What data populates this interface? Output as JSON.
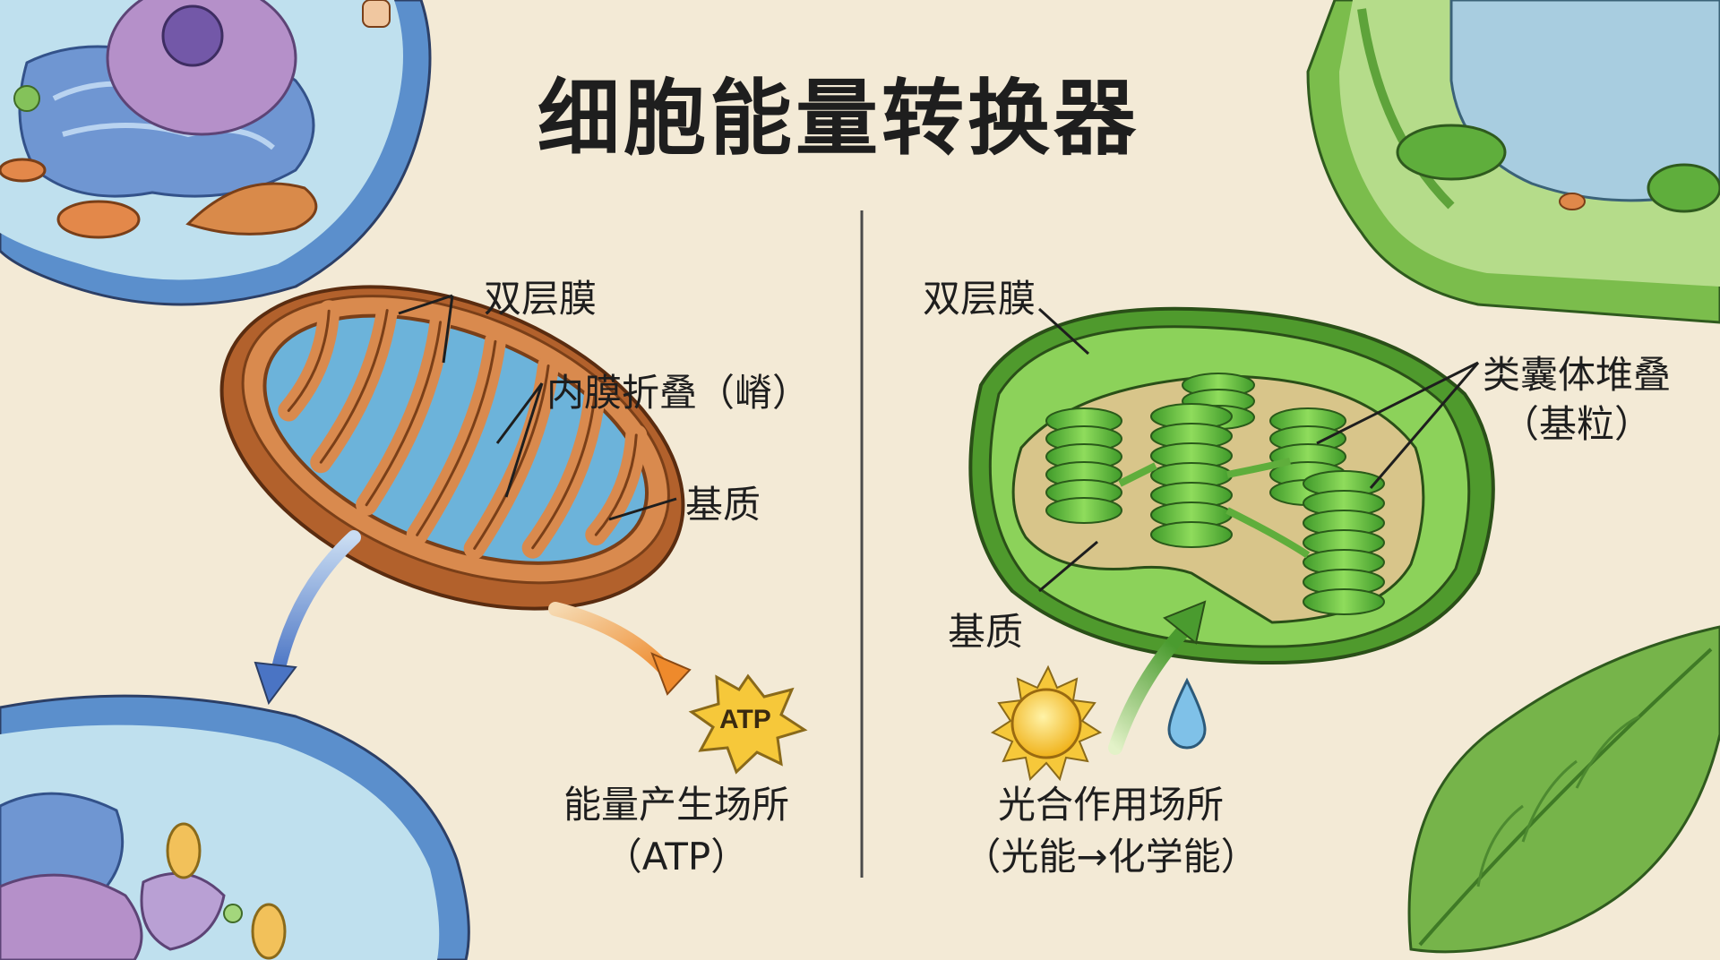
{
  "title": "细胞能量转换器",
  "mitochondrion": {
    "label_membrane": "双层膜",
    "label_cristae": "内膜折叠（嵴）",
    "label_matrix": "基质",
    "atp_badge": "ATP",
    "caption_line1": "能量产生场所",
    "caption_line2": "（ATP）"
  },
  "chloroplast": {
    "label_membrane": "双层膜",
    "label_thylakoid_line1": "类囊体堆叠",
    "label_thylakoid_line2": "（基粒）",
    "label_stroma": "基质",
    "caption_line1": "光合作用场所",
    "caption_line2": "（光能→化学能）"
  },
  "colors": {
    "background": "#f3ead6",
    "mito_outer": "#c46a32",
    "mito_matrix": "#6cb3da",
    "chloro_green": "#5fae3c",
    "atp_star": "#f6c83a",
    "animal_cell_blue": "#5b8fcc"
  },
  "icons": [
    "sun-icon",
    "water-drop-icon",
    "leaf-icon",
    "atp-star-icon"
  ]
}
